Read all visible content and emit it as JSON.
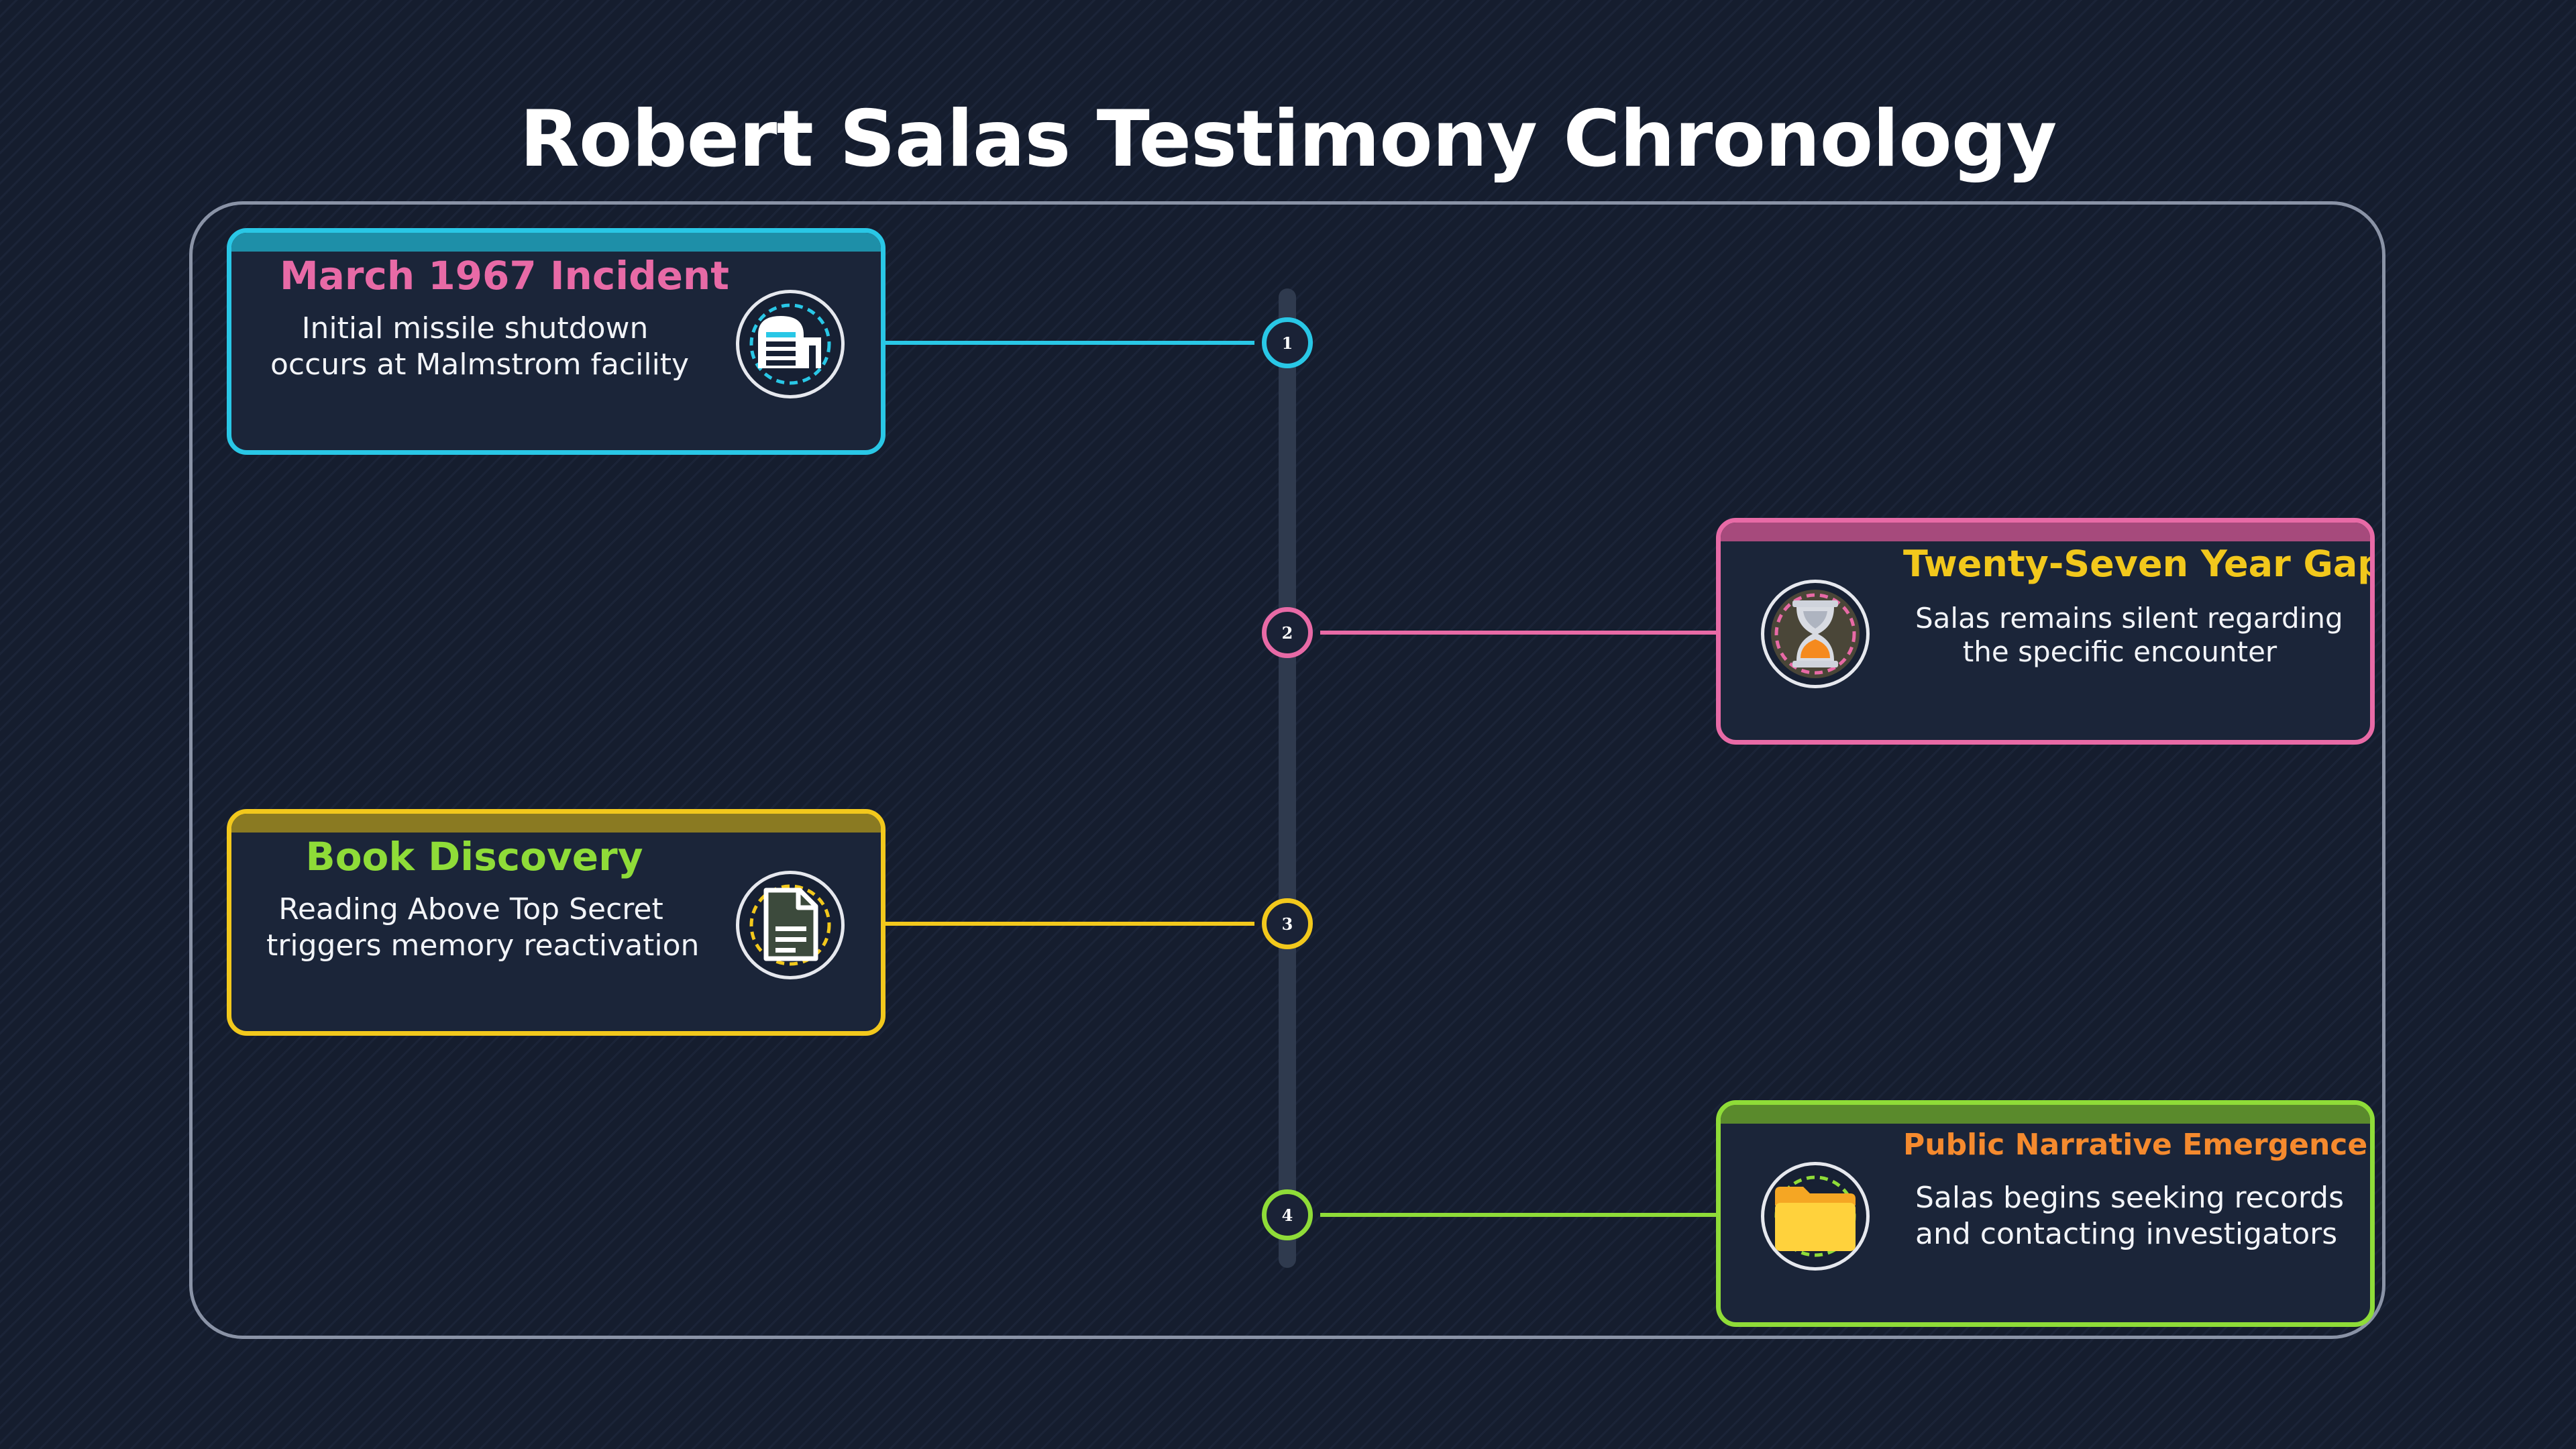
{
  "title": "Robert Salas Testimony Chronology",
  "colors": {
    "cyan": "#29c7e6",
    "pink": "#e86aa6",
    "yellow": "#f2c81c",
    "green": "#8fdc38",
    "orange": "#f58a2e"
  },
  "events": [
    {
      "number": "1",
      "title": "March 1967 Incident",
      "desc_line1": "Initial missile shutdown",
      "desc_line2": "occurs at Malmstrom facility",
      "icon": "building-icon"
    },
    {
      "number": "2",
      "title": "Twenty-Seven Year Gap",
      "desc_line1": "Salas remains silent regarding",
      "desc_line2": "the specific encounter",
      "icon": "hourglass-icon"
    },
    {
      "number": "3",
      "title": "Book Discovery",
      "desc_line1": "Reading Above Top Secret",
      "desc_line2": "triggers memory reactivation",
      "icon": "document-icon"
    },
    {
      "number": "4",
      "title": "Public Narrative Emergence",
      "desc_line1": "Salas begins seeking records",
      "desc_line2": "and contacting investigators",
      "icon": "folder-icon"
    }
  ]
}
